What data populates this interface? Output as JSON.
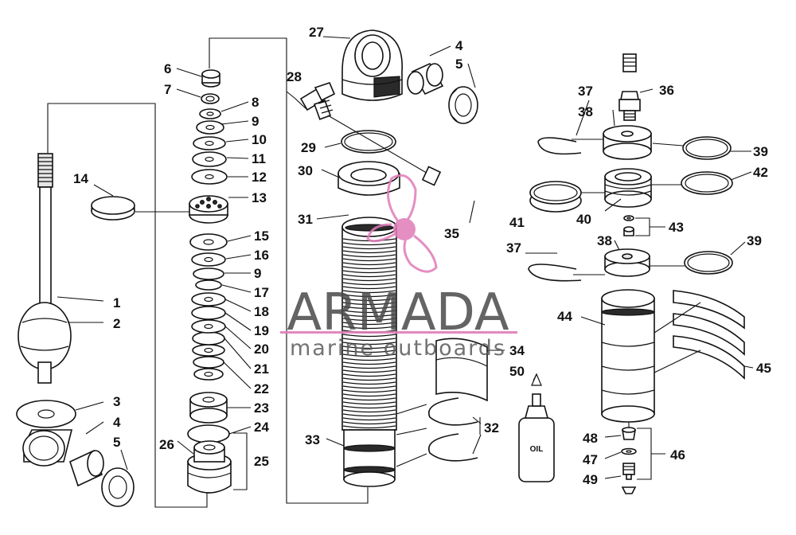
{
  "diagram": {
    "callouts": {
      "c1": "1",
      "c2": "2",
      "c3": "3",
      "c4a": "4",
      "c5a": "5",
      "c6": "6",
      "c7": "7",
      "c8": "8",
      "c9a": "9",
      "c10": "10",
      "c11": "11",
      "c12": "12",
      "c13": "13",
      "c14": "14",
      "c15": "15",
      "c16": "16",
      "c9b": "9",
      "c17": "17",
      "c18": "18",
      "c19": "19",
      "c20": "20",
      "c21": "21",
      "c22": "22",
      "c23": "23",
      "c24": "24",
      "c25": "25",
      "c26": "26",
      "c27": "27",
      "c28": "28",
      "c4b": "4",
      "c5b": "5",
      "c29": "29",
      "c30": "30",
      "c31": "31",
      "c33": "33",
      "c34": "34",
      "c50": "50",
      "c32": "32",
      "c35": "35",
      "c36": "36",
      "c37a": "37",
      "c38a": "38",
      "c39a": "39",
      "c42": "42",
      "c41": "41",
      "c40": "40",
      "c43": "43",
      "c37b": "37",
      "c38b": "38",
      "c39b": "39",
      "c44": "44",
      "c45": "45",
      "c48": "48",
      "c47": "47",
      "c46": "46",
      "c49": "49"
    },
    "bottle_label": "OIL"
  },
  "watermark": {
    "brand": "ARMADA",
    "tagline": "marine outboards",
    "color": "#e07bb8"
  }
}
